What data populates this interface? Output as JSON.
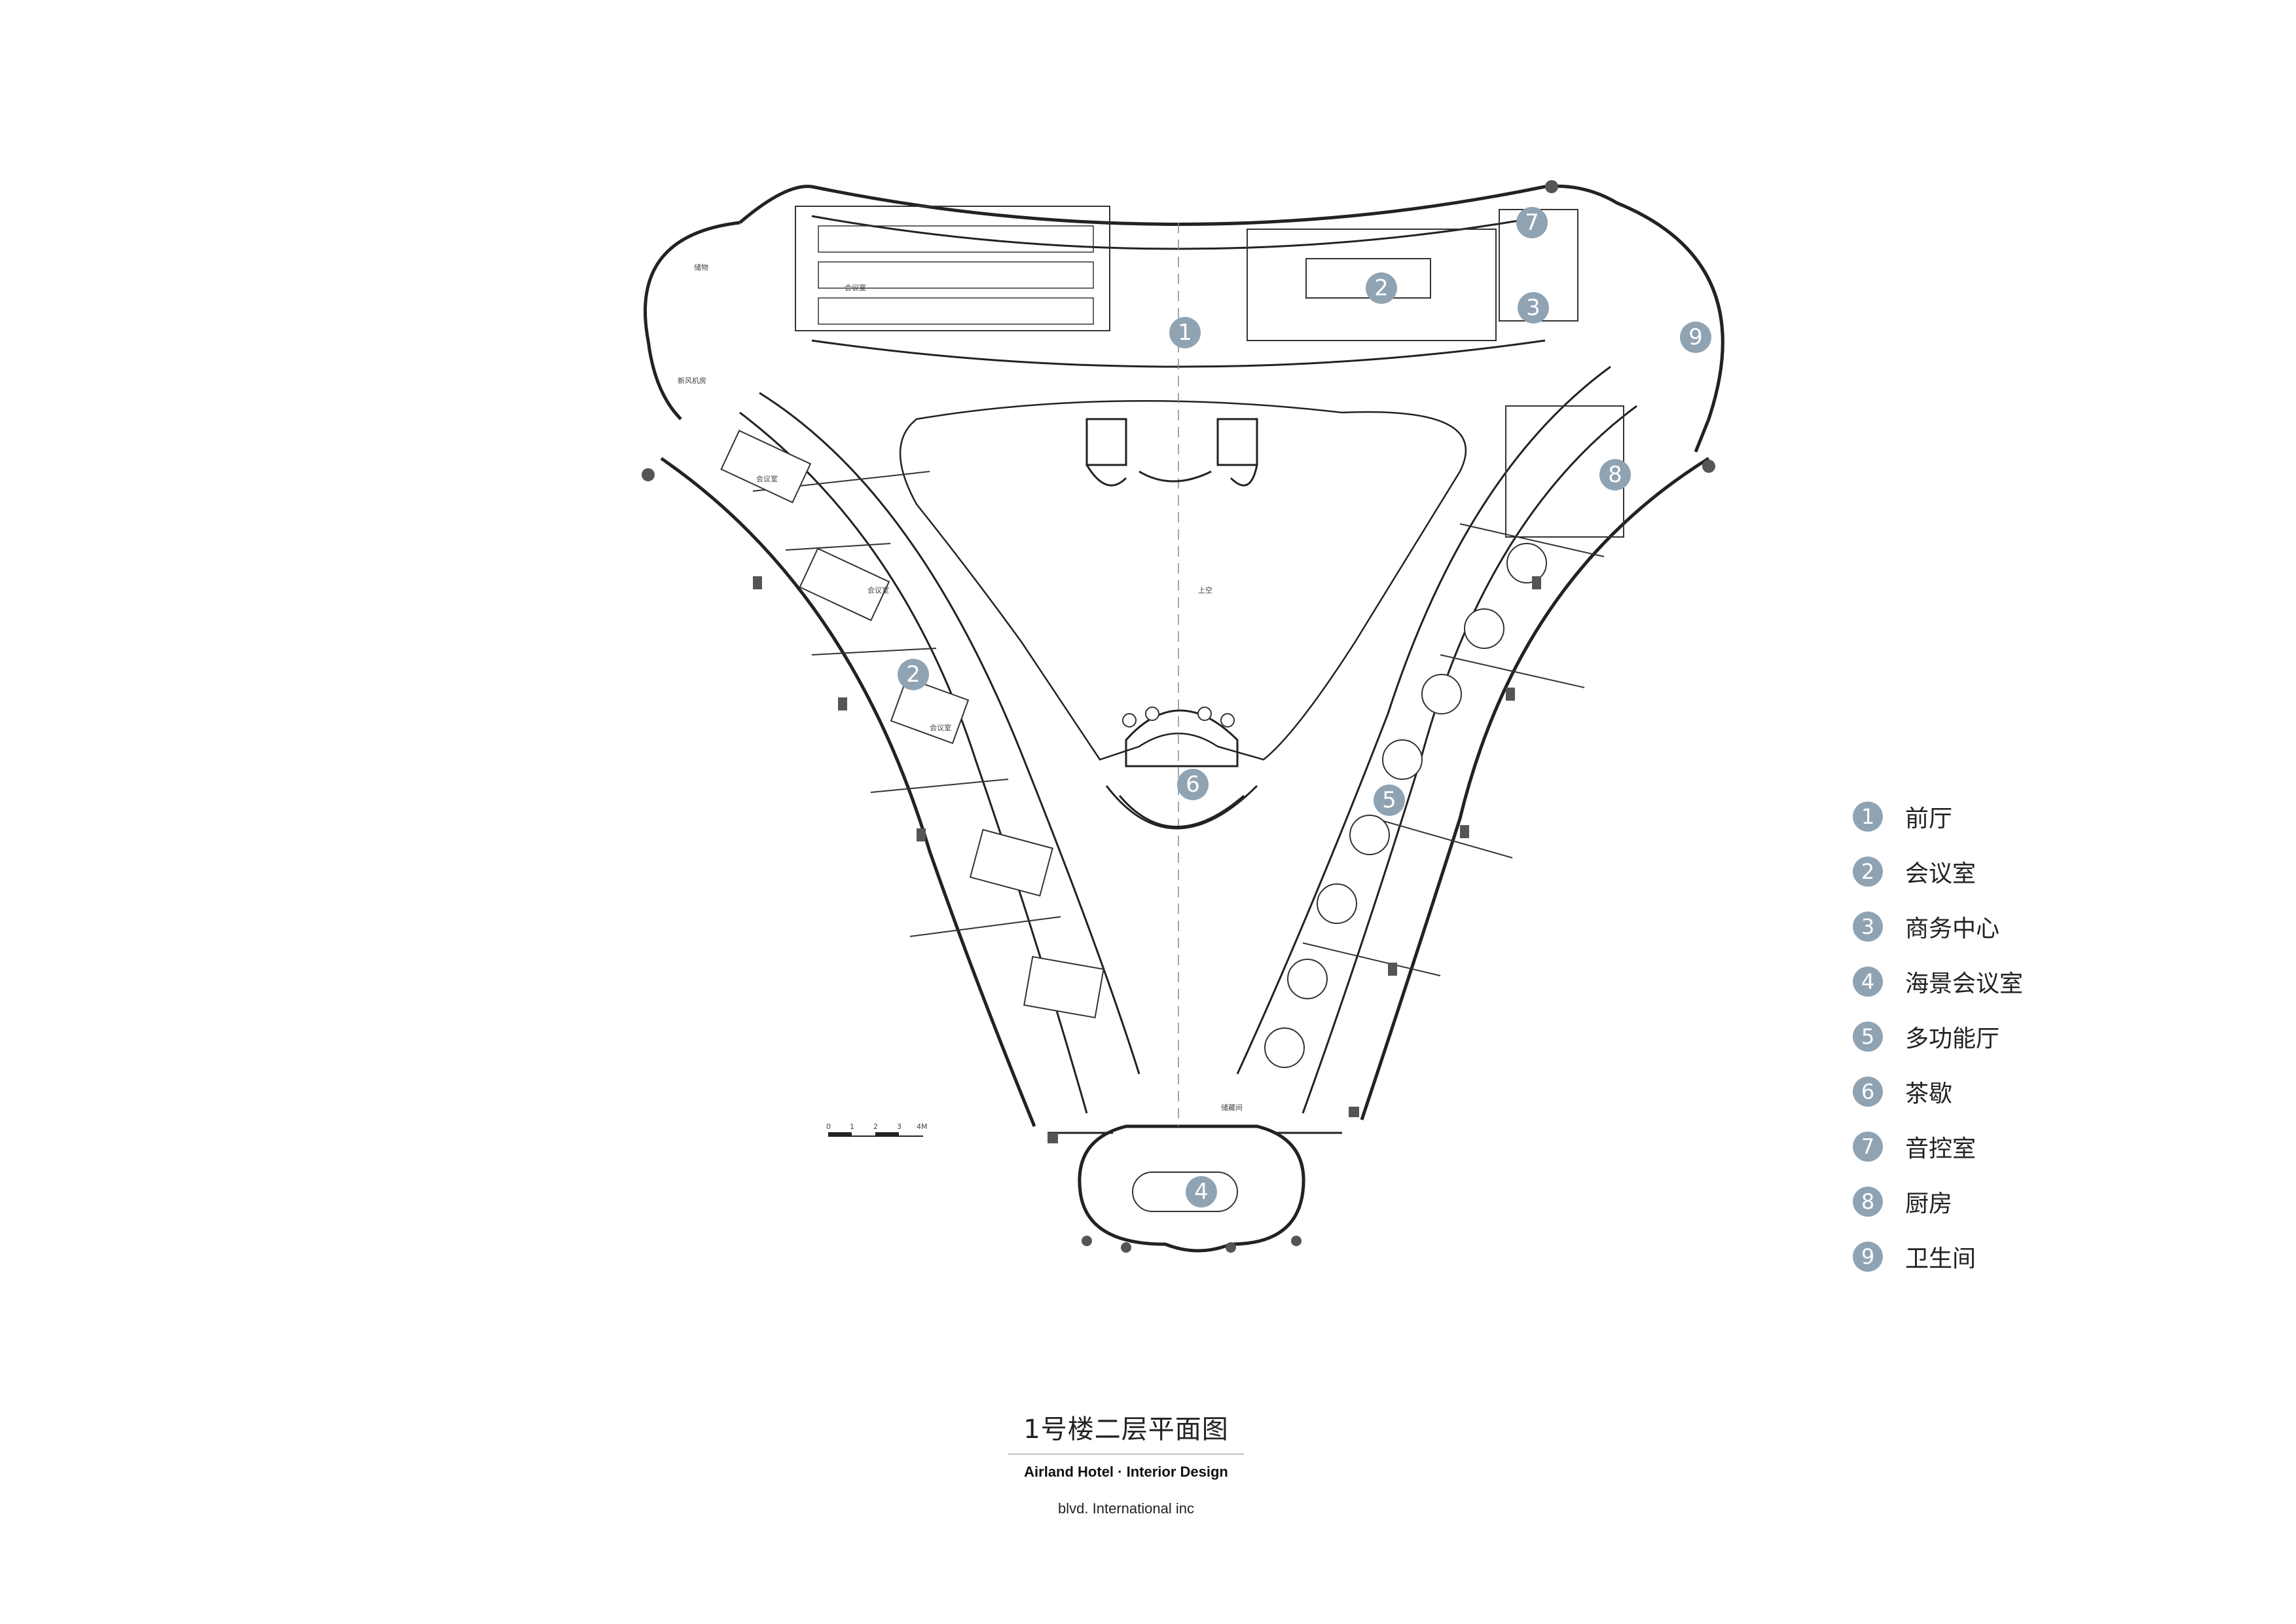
{
  "plan": {
    "markers": [
      {
        "num": "1",
        "legend": "前厅"
      },
      {
        "num": "2",
        "legend": "会议室"
      },
      {
        "num": "2",
        "legend": "会议室"
      },
      {
        "num": "3",
        "legend": "商务中心"
      },
      {
        "num": "4",
        "legend": "海景会议室"
      },
      {
        "num": "5",
        "legend": "多功能厅"
      },
      {
        "num": "6",
        "legend": "茶歇"
      },
      {
        "num": "7",
        "legend": "音控室"
      },
      {
        "num": "8",
        "legend": "厨房"
      },
      {
        "num": "9",
        "legend": "卫生间"
      }
    ],
    "small_labels": {
      "meeting_room": "会议室",
      "void": "上空",
      "left_room_a": "储物",
      "left_room_b": "新风机房",
      "bottom_room": "储藏间"
    },
    "scale_bar": [
      "0",
      "1",
      "2",
      "3",
      "4M"
    ]
  },
  "legend": [
    {
      "num": "1",
      "label": "前厅"
    },
    {
      "num": "2",
      "label": "会议室"
    },
    {
      "num": "3",
      "label": "商务中心"
    },
    {
      "num": "4",
      "label": "海景会议室"
    },
    {
      "num": "5",
      "label": "多功能厅"
    },
    {
      "num": "6",
      "label": "茶歇"
    },
    {
      "num": "7",
      "label": "音控室"
    },
    {
      "num": "8",
      "label": "厨房"
    },
    {
      "num": "9",
      "label": "卫生间"
    }
  ],
  "title_block": {
    "drawing_title": "1号楼二层平面图",
    "project_name": "Airland Hotel · Interior Design",
    "firm_name": "blvd. International inc"
  },
  "colors": {
    "marker_fill": "#8fa3b3",
    "line": "#222222",
    "background": "#ffffff"
  }
}
